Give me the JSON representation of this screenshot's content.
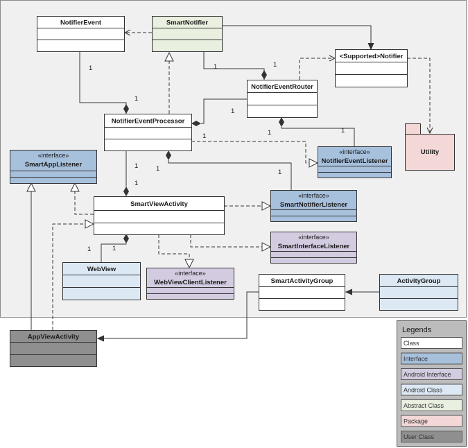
{
  "colors": {
    "class": "#ffffff",
    "interface": "#a7c0dc",
    "android_interface": "#d3cbe0",
    "android_class": "#dce8f3",
    "abstract_class": "#eaf0e0",
    "package": "#f4d8d8",
    "user_class": "#8f8f8f",
    "container": "#f0f0f0",
    "legend_bg": "#bcbcbc"
  },
  "classes": [
    {
      "key": "notifier-event",
      "name": "NotifierEvent",
      "stereotype": "",
      "type": "class"
    },
    {
      "key": "smart-notifier",
      "name": "SmartNotifier",
      "stereotype": "",
      "type": "abstract_class"
    },
    {
      "key": "supported-notifier",
      "name": "<Supported>Notifier",
      "stereotype": "",
      "type": "class"
    },
    {
      "key": "notifier-event-router",
      "name": "NotifierEventRouter",
      "stereotype": "",
      "type": "class"
    },
    {
      "key": "notifier-event-processor",
      "name": "NotifierEventProcessor",
      "stereotype": "",
      "type": "class"
    },
    {
      "key": "smart-app-listener",
      "name": "SmartAppListener",
      "stereotype": "«interface»",
      "type": "interface"
    },
    {
      "key": "notifier-event-listener",
      "name": "NotifierEventListener",
      "stereotype": "«interface»",
      "type": "interface"
    },
    {
      "key": "smart-view-activity",
      "name": "SmartViewActivity",
      "stereotype": "",
      "type": "class"
    },
    {
      "key": "smart-notifier-listener",
      "name": "SmartNotifierListener",
      "stereotype": "«interface»",
      "type": "interface"
    },
    {
      "key": "smart-interface-listener",
      "name": "SmartInterfaceListener",
      "stereotype": "«interface»",
      "type": "android_interface"
    },
    {
      "key": "web-view",
      "name": "WebView",
      "stereotype": "",
      "type": "android_class"
    },
    {
      "key": "web-view-client-listener",
      "name": "WebViewClientListener",
      "stereotype": "«interface»",
      "type": "android_interface"
    },
    {
      "key": "smart-activity-group",
      "name": "SmartActivityGroup",
      "stereotype": "",
      "type": "class"
    },
    {
      "key": "activity-group",
      "name": "ActivityGroup",
      "stereotype": "",
      "type": "android_class"
    },
    {
      "key": "app-view-activity",
      "name": "AppViewActivity",
      "stereotype": "",
      "type": "user_class"
    }
  ],
  "package": {
    "name": "Utility"
  },
  "multiplicities": [
    "1",
    "1",
    "1",
    "1",
    "1",
    "1",
    "1",
    "1",
    "1",
    "1",
    "1",
    "1"
  ],
  "legend": {
    "title": "Legends",
    "items": [
      {
        "label": "Class",
        "color": "#ffffff"
      },
      {
        "label": "Interface",
        "color": "#a7c0dc"
      },
      {
        "label": "Android Interface",
        "color": "#d3cbe0"
      },
      {
        "label": "Android Class",
        "color": "#dce8f3"
      },
      {
        "label": "Abstract Class",
        "color": "#eaf0e0"
      },
      {
        "label": "Package",
        "color": "#f4d8d8"
      },
      {
        "label": "User Class",
        "color": "#8f8f8f"
      }
    ]
  }
}
